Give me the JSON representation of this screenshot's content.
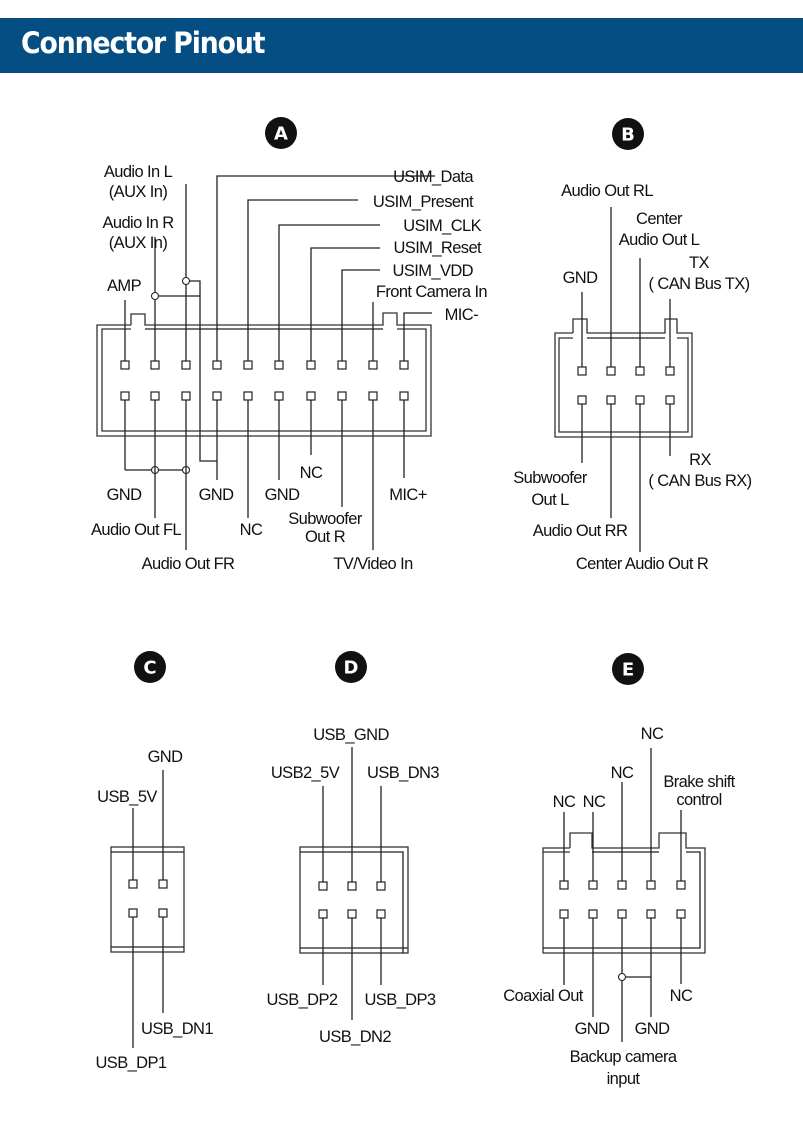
{
  "header": {
    "title": "Connector Pinout",
    "background": "#044e84"
  },
  "connectors": {
    "A": {
      "badge": "A",
      "top_labels": {
        "audio_in_l": [
          "Audio In L",
          "(AUX In)"
        ],
        "audio_in_r": [
          "Audio In R",
          "(AUX In)"
        ],
        "amp": [
          "AMP"
        ],
        "usim_data": [
          "USIM_Data"
        ],
        "usim_present": [
          "USIM_Present"
        ],
        "usim_clk": [
          "USIM_CLK"
        ],
        "usim_reset": [
          "USIM_Reset"
        ],
        "usim_vdd": [
          "USIM_VDD"
        ],
        "front_camera_in": [
          "Front Camera In"
        ],
        "mic_minus": [
          "MIC-"
        ]
      },
      "bottom_labels": {
        "gnd_1": [
          "GND"
        ],
        "audio_out_fl": [
          "Audio Out FL"
        ],
        "audio_out_fr": [
          "Audio Out FR"
        ],
        "gnd_2": [
          "GND"
        ],
        "nc_1": [
          "NC"
        ],
        "gnd_3": [
          "GND"
        ],
        "nc_2": [
          "NC"
        ],
        "subwoofer_out_r": [
          "Subwoofer",
          "Out R"
        ],
        "tv_video_in": [
          "TV/Video In"
        ],
        "mic_plus": [
          "MIC+"
        ]
      }
    },
    "B": {
      "badge": "B",
      "top_labels": {
        "gnd": [
          "GND"
        ],
        "audio_out_rl": [
          "Audio Out RL"
        ],
        "center_audio_out_l": [
          "Center",
          "Audio Out L"
        ],
        "tx": [
          "TX",
          "( CAN Bus TX)"
        ]
      },
      "bottom_labels": {
        "subwoofer_out_l": [
          "Subwoofer",
          "Out  L"
        ],
        "audio_out_rr": [
          "Audio Out RR"
        ],
        "center_audio_out_r": [
          "Center  Audio Out R"
        ],
        "rx": [
          "RX",
          "( CAN Bus RX)"
        ]
      }
    },
    "C": {
      "badge": "C",
      "top_labels": {
        "usb_5v": [
          "USB_5V"
        ],
        "gnd": [
          "GND"
        ]
      },
      "bottom_labels": {
        "usb_dp1": [
          "USB_DP1"
        ],
        "usb_dn1": [
          "USB_DN1"
        ]
      }
    },
    "D": {
      "badge": "D",
      "top_labels": {
        "usb2_5v": [
          "USB2_5V"
        ],
        "usb_gnd": [
          "USB_GND"
        ],
        "usb_dn3": [
          "USB_DN3"
        ]
      },
      "bottom_labels": {
        "usb_dp2": [
          "USB_DP2"
        ],
        "usb_dn2": [
          "USB_DN2"
        ],
        "usb_dp3": [
          "USB_DP3"
        ]
      }
    },
    "E": {
      "badge": "E",
      "top_labels": {
        "nc_1": [
          "NC"
        ],
        "nc_2": [
          "NC"
        ],
        "nc_3": [
          "NC"
        ],
        "nc_4": [
          "NC"
        ],
        "brake_shift_control": [
          "Brake shift",
          "control"
        ]
      },
      "bottom_labels": {
        "coaxial_out": [
          "Coaxial Out"
        ],
        "gnd_1": [
          "GND"
        ],
        "backup_camera_input": [
          "Backup camera",
          "input"
        ],
        "gnd_2": [
          "GND"
        ],
        "nc_5": [
          "NC"
        ]
      }
    }
  }
}
